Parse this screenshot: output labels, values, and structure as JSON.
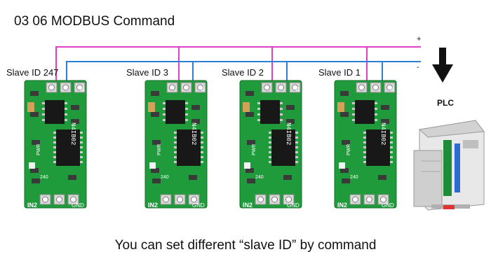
{
  "title": "03 06 MODBUS Command",
  "caption": "You can set different “slave ID” by command",
  "plc_label": "PLC",
  "bus": {
    "plus_sign": "+",
    "minus_sign": "-"
  },
  "colors": {
    "bus_plus": "#e040c8",
    "bus_minus": "#2a7fd8",
    "pcb": "#1f9b3c",
    "pcb_dark": "#146f2a",
    "pads": "#d9d9d9"
  },
  "modules": [
    {
      "slave_label": "Slave ID 247",
      "chip_top": "N4IB02",
      "pin_in2": "IN2",
      "pin_gnd": "GND",
      "pin_b": "-B",
      "pin_240": "240",
      "pin_pwr": "PWR"
    },
    {
      "slave_label": "Slave ID 3",
      "chip_top": "N4IB02",
      "pin_in2": "IN2",
      "pin_gnd": "GND",
      "pin_b": "-B",
      "pin_240": "240",
      "pin_pwr": "PWR"
    },
    {
      "slave_label": "Slave ID 2",
      "chip_top": "N4IB02",
      "pin_in2": "IN2",
      "pin_gnd": "GND",
      "pin_b": "-B",
      "pin_240": "240",
      "pin_pwr": "PWR"
    },
    {
      "slave_label": "Slave ID 1",
      "chip_top": "N4IB02",
      "pin_in2": "IN2",
      "pin_gnd": "GND",
      "pin_b": "-B",
      "pin_240": "240",
      "pin_pwr": "PWR"
    }
  ],
  "icons": {
    "arrow": "arrow-down-icon",
    "plc": "plc-device-icon"
  }
}
